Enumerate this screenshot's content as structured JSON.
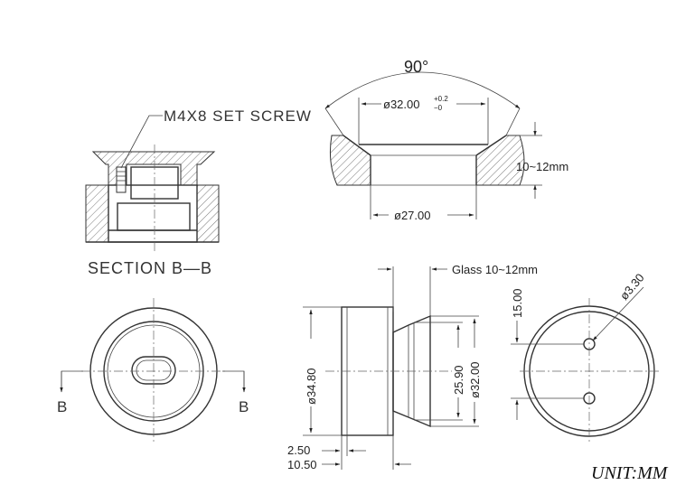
{
  "labels": {
    "set_screw": "M4X8 SET SCREW",
    "section_title": "SECTION B—B",
    "section_mark_left": "B",
    "section_mark_right": "B",
    "angle": "90°",
    "dia_top_main": "ø32.00",
    "dia_top_tol_upper": "+0.2",
    "dia_top_tol_lower": "−0",
    "thickness": "10~12mm",
    "dia_bottom": "ø27.00",
    "glass": "Glass 10~12mm",
    "dia_34_80": "ø34.80",
    "dim_25_90": "25.90",
    "dia_32_00": "ø32.00",
    "dim_2_50": "2.50",
    "dim_10_50": "10.50",
    "dim_15_00": "15.00",
    "dia_3_30": "ø3.30",
    "unit": "UNIT:MM"
  }
}
